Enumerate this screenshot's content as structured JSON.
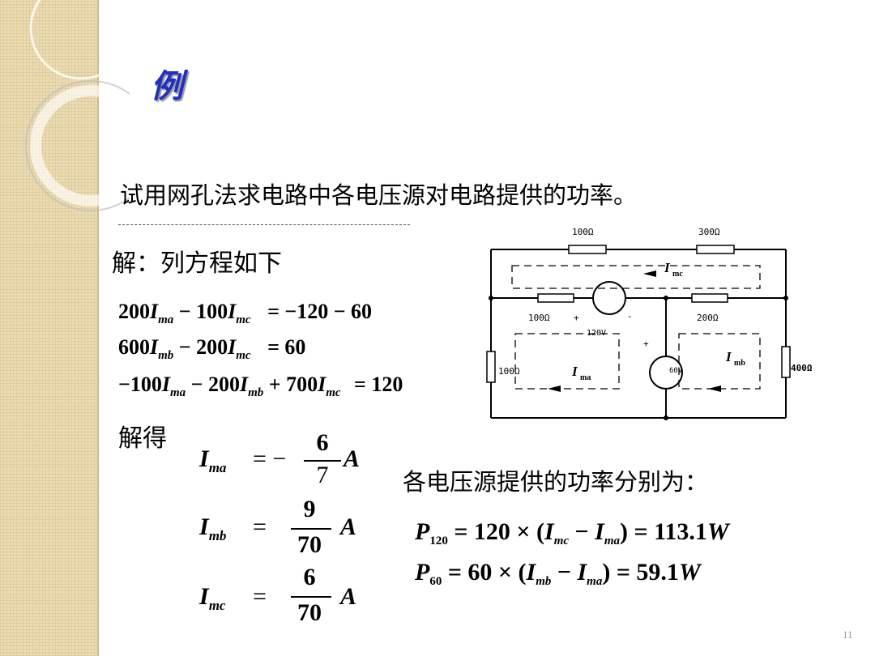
{
  "slide": {
    "title": "例",
    "question": "试用网孔法求电路中各电压源对电路提供的功率。",
    "solve_label": "解：列方程如下",
    "result_label": "解得",
    "power_label": "各电压源提供的功率分别为：",
    "page_number": "11"
  },
  "equations": [
    {
      "c1": "200",
      "v1": "I",
      "s1": "ma",
      "op1": "−",
      "c2": "100",
      "v2": "I",
      "s2": "mc",
      "rhs": "= −120 − 60"
    },
    {
      "c1": "600",
      "v1": "I",
      "s1": "mb",
      "op1": "−",
      "c2": "200",
      "v2": "I",
      "s2": "mc",
      "rhs": "= 60"
    },
    {
      "c0": "−",
      "c1": "100",
      "v1": "I",
      "s1": "ma",
      "op1": "−",
      "c2": "200",
      "v2": "I",
      "s2": "mb",
      "op2": "+",
      "c3": "700",
      "v3": "I",
      "s3": "mc",
      "rhs": "= 120"
    }
  ],
  "results": [
    {
      "var": "I",
      "sub": "ma",
      "sign": "= −",
      "num": "6",
      "den": "7",
      "unit": "A"
    },
    {
      "var": "I",
      "sub": "mb",
      "sign": "=",
      "num": "9",
      "den": "70",
      "unit": "A"
    },
    {
      "var": "I",
      "sub": "mc",
      "sign": "=",
      "num": "6",
      "den": "70",
      "unit": "A"
    }
  ],
  "powers": [
    {
      "p": "P",
      "psub": "120",
      "text1": "= 120 × (",
      "a": "I",
      "asub": "mc",
      "minus": "−",
      "b": "I",
      "bsub": "ma",
      "text2": ") = 113.1",
      "unit": "W"
    },
    {
      "p": "P",
      "psub": "60",
      "text1": "= 60 × (",
      "a": "I",
      "asub": "mb",
      "minus": "−",
      "b": "I",
      "bsub": "ma",
      "text2": ") = 59.1",
      "unit": "W"
    }
  ],
  "circuit": {
    "r_top_left": "100Ω",
    "r_top_right": "300Ω",
    "r_mid_left": "100Ω",
    "r_mid_right": "200Ω",
    "r_left": "100Ω",
    "r_right": "400Ω",
    "source_1": "120V",
    "source_2": "60V",
    "loop_c": "I",
    "loop_c_sub": "mc",
    "loop_a": "I",
    "loop_a_sub": "ma",
    "loop_b": "I",
    "loop_b_sub": "mb",
    "plus": "+",
    "minus": "-"
  }
}
